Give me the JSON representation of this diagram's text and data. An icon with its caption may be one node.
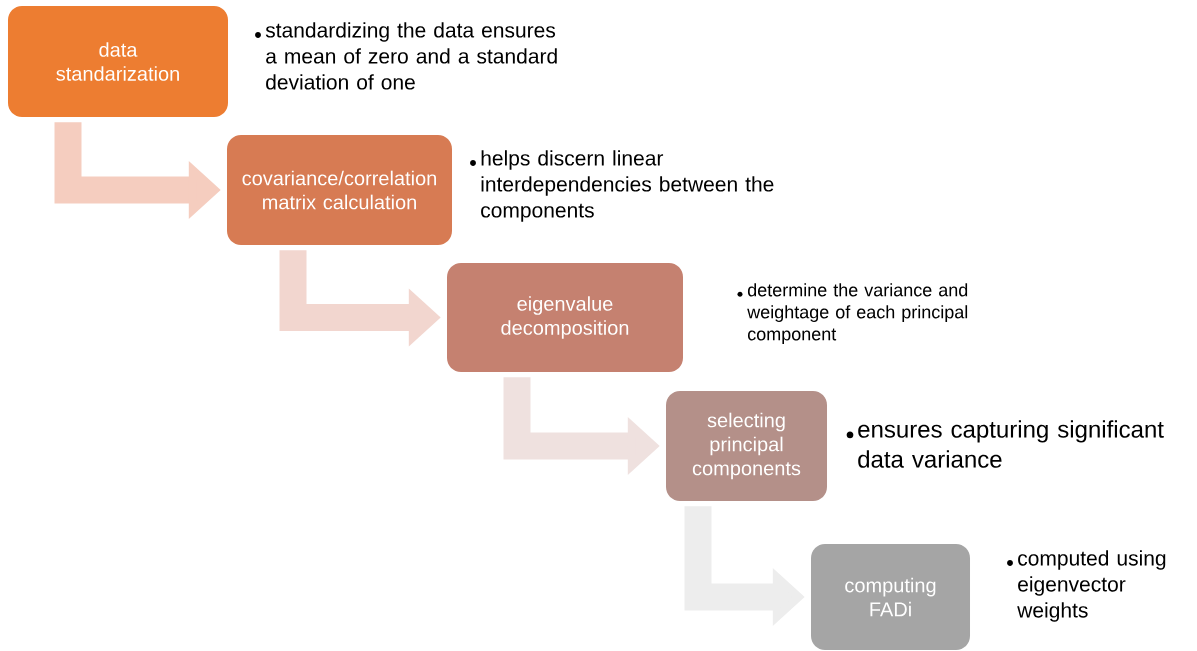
{
  "diagram": {
    "nodes": [
      {
        "text": [
          "data standarization"
        ],
        "beside": [
          "standardizing the data ensures a mean of zero and a standard deviation of one"
        ]
      },
      {
        "text": [
          "covariance/correlation matrix calculation"
        ],
        "beside": [
          "helps discern linear interdependencies between the components"
        ]
      },
      {
        "text": [
          "eigenvalue decomposition"
        ],
        "beside": [
          "determine the variance and weightage of each principal component"
        ]
      },
      {
        "text": [
          "selecting principal components"
        ],
        "beside": [
          "ensures capturing significant data variance"
        ]
      },
      {
        "text": [
          "computing FADi"
        ],
        "beside": [
          "computed using eigenvector weights"
        ]
      }
    ],
    "edges": [
      {
        "from": 0,
        "to": 1,
        "arrow": "to",
        "color": "#f5cdbf"
      },
      {
        "from": 1,
        "to": 2,
        "arrow": "to",
        "color": "#f2d6cf"
      },
      {
        "from": 2,
        "to": 3,
        "arrow": "to",
        "color": "#efe1df"
      },
      {
        "from": 3,
        "to": 4,
        "arrow": "to",
        "color": "#ededed"
      }
    ]
  }
}
